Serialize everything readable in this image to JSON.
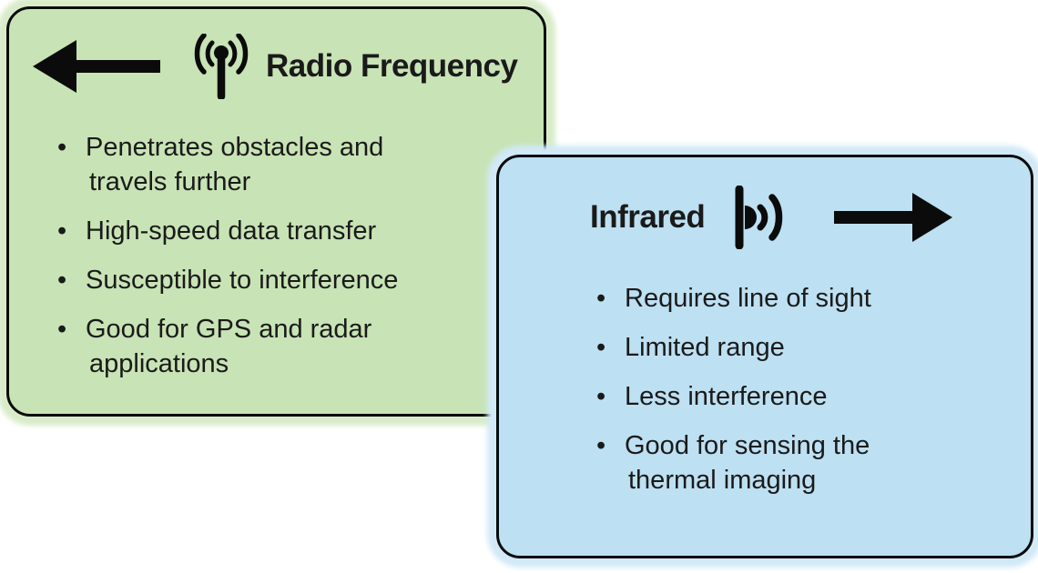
{
  "canvas": {
    "background": "#ffffff",
    "text_color": "#1a1a1a",
    "border_color": "#0b0b0b"
  },
  "icons": {
    "radio_arrow": "arrow-left",
    "radio_antenna": "broadcast-antenna",
    "infrared_emitter": "signal-emitter",
    "infrared_arrow": "arrow-right"
  },
  "cards": {
    "radio": {
      "title": "Radio Frequency",
      "fill": "#c8e3b5",
      "glow": "#d9ecca",
      "bullets": [
        [
          "Penetrates obstacles and",
          "travels further"
        ],
        [
          "High-speed data transfer"
        ],
        [
          "Susceptible to interference"
        ],
        [
          "Good for GPS and radar",
          "applications"
        ]
      ]
    },
    "infrared": {
      "title": "Infrared",
      "fill": "#bde0f2",
      "glow": "#d2e9f8",
      "bullets": [
        [
          "Requires line of sight"
        ],
        [
          "Limited range"
        ],
        [
          "Less interference"
        ],
        [
          "Good for sensing the",
          "thermal imaging"
        ]
      ]
    }
  }
}
